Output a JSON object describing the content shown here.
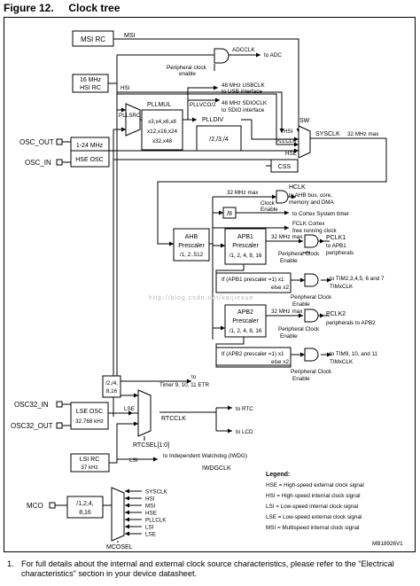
{
  "figure": {
    "label": "Figure 12.",
    "title": "Clock tree"
  },
  "pins": {
    "osc_out": "OSC_OUT",
    "osc_in": "OSC_IN",
    "osc32_in": "OSC32_IN",
    "osc32_out": "OSC32_OUT",
    "mco": "MCO"
  },
  "blocks": {
    "msi_rc": "MSI RC",
    "hsi_rc_1": "16 MHz",
    "hsi_rc_2": "HSI RC",
    "hse_osc_1": "1-24 MHz",
    "hse_osc_2": "HSE OSC",
    "pllmul_opts_1": "x3,x4,x6,x8",
    "pllmul_opts_2": "x12,x16,x24",
    "pllmul_opts_3": "x32,x48",
    "plldiv_opts": "/2,/3,/4",
    "css": "CSS",
    "div8": "/8",
    "ahb_1": "AHB",
    "ahb_2": "Prescaler",
    "ahb_3": "/1, 2..512",
    "apb1_1": "APB1",
    "apb1_2": "Prescaler",
    "apb1_3": "/1, 2, 4, 8, 16",
    "apb2_1": "APB2",
    "apb2_2": "Prescaler",
    "apb2_3": "/1, 2, 4, 8, 16",
    "lsediv_1": "/2,/4,",
    "lsediv_2": "8,16",
    "lse_osc_1": "LSE OSC",
    "lse_osc_2": "32.768 kHz",
    "lsi_rc_1": "LSI RC",
    "lsi_rc_2": "37 kHz",
    "mcodiv_1": "/1,2,4,",
    "mcodiv_2": "8,16"
  },
  "labels": {
    "msi": "MSI",
    "adcclk": "ADCCLK",
    "to_adc": "to ADC",
    "periph_en_1": "Peripheral clock",
    "periph_en_2": "enable",
    "hsi": "HSI",
    "usbclk_1": "48 MHz USBCLK",
    "usbclk_2": "to USB interface",
    "pllvco": "PLLVCO/2",
    "sdioclk_1": "48 MHz SDIOCLK",
    "sdioclk_2": "to SDIO interface",
    "pllsrc": "PLLSRC",
    "pllmul": "PLLMUL",
    "plldiv": "PLLDIV",
    "sw": "SW",
    "sw_hsi": "HSI",
    "sw_pllclk": "PLLCLK",
    "sw_hse": "HSE",
    "sysclk": "SYSCLK",
    "sysclk_max": "32 MHz max",
    "hclk_max": "32 MHz max",
    "hclk": "HCLK",
    "hclk_2": "to AHB bus, core,",
    "hclk_3": "memory and DMA",
    "clock_en_1": "Clock",
    "clock_en_2": "Enable",
    "systimer": "to Cortex System timer",
    "fclk_1": "FCLK Cortex",
    "fclk_2": "free running clock",
    "apb1_max": "32 MHz max",
    "pclk1": "PCLK1",
    "pclk1_2": "to APB1",
    "pclk1_3": "peripherals",
    "periph_ce_1": "Peripheral Clock",
    "periph_ce_2": "Enable",
    "apb1_cond_1": "If (APB1 prescaler =1) x1",
    "apb1_cond_2": "else  x2",
    "tim2": "to TIM2,3,4,5, 6 and 7",
    "timxclk1": "TIMxCLK",
    "periph_ce_3": "Peripheral Clock",
    "periph_ce_4": "Enable",
    "apb2_max": "32 MHz max",
    "pclk2": "PCLK2",
    "pclk2_2": "peripherals to APB2",
    "periph_ce_5": "Peripheral Clock",
    "periph_ce_6": "Enable",
    "apb2_cond_1": "If (APB2 prescaler =1) x1",
    "apb2_cond_2": "else  x2",
    "tim9": "to TIM9, 10, and 11",
    "timxclk2": "TIMxCLK",
    "periph_ce_7": "Peripheral Clock",
    "periph_ce_8": "Enable",
    "to_timer_1": "to",
    "to_timer_2": "Timer 9, 10, 11 ETR",
    "lse": "LSE",
    "rtcclk": "RTCCLK",
    "to_rtc": "to RTC",
    "to_lcd": "to LCD",
    "rtcsel": "RTCSEL[1:0]",
    "lsi": "LSI",
    "iwdg": "to Independent Watchdog (IWDG)",
    "iwdgclk": "IWDGCLK",
    "mco_in": [
      "SYSCLK",
      "HSI",
      "MSI",
      "HSE",
      "PLLCLK",
      "LSI",
      "LSE"
    ],
    "mcosel": "MCOSEL",
    "watermark": "http://blog.csdn.net/kaijiexue"
  },
  "legend": {
    "title": "Legend:",
    "items": [
      "HSE = High-speed external clock signal",
      "HSI = High-speed internal clock signal",
      "LSI = Low-speed internal clock signal",
      "LSE = Low-speed external clock signal",
      "MSI = Multispeed internal clock signal"
    ]
  },
  "doc_id": "MB18926V1",
  "footnote": {
    "num": "1.",
    "text": "For full details about the internal and external clock source characteristics, please refer to the “Electrical characteristics” section in your device datasheet."
  }
}
